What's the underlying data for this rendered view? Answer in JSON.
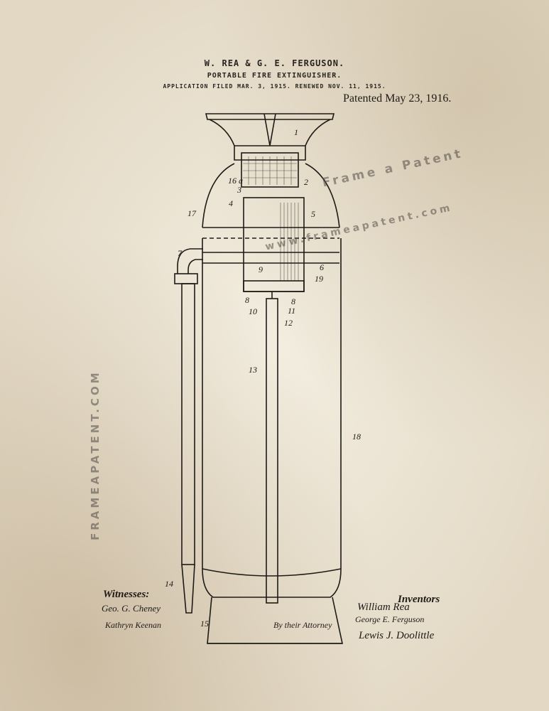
{
  "header": {
    "inventors_line": "W. REA & G. E. FERGUSON.",
    "title_line": "PORTABLE FIRE EXTINGUISHER.",
    "filing_line": "APPLICATION FILED MAR. 3, 1915. RENEWED NOV. 11, 1915.",
    "patented": "Patented May 23, 1916."
  },
  "watermarks": {
    "brand": "Frame a Patent",
    "url": "www.frameapatent.com",
    "side": "FRAMEAPATENT.COM"
  },
  "figure_labels": {
    "l1": "1",
    "l2": "2",
    "l3": "3",
    "l4": "4",
    "l5": "5",
    "l6": "6",
    "l7": "7",
    "l8a": "8",
    "l8b": "8",
    "l9": "9",
    "l10": "10",
    "l11": "11",
    "l12": "12",
    "l13": "13",
    "l14": "14",
    "l15": "15",
    "l16": "16 a",
    "l17": "17",
    "l18": "18",
    "l19": "19"
  },
  "signatures": {
    "witnesses_heading": "Witnesses:",
    "witness_1": "Geo. G. Cheney",
    "witness_2": "Kathryn Keenan",
    "inventors_heading": "Inventors",
    "inventor_1": "William Rea",
    "inventor_2": "George E. Ferguson",
    "attorney_prefix": "By their Attorney",
    "attorney": "Lewis J. Doolittle"
  }
}
